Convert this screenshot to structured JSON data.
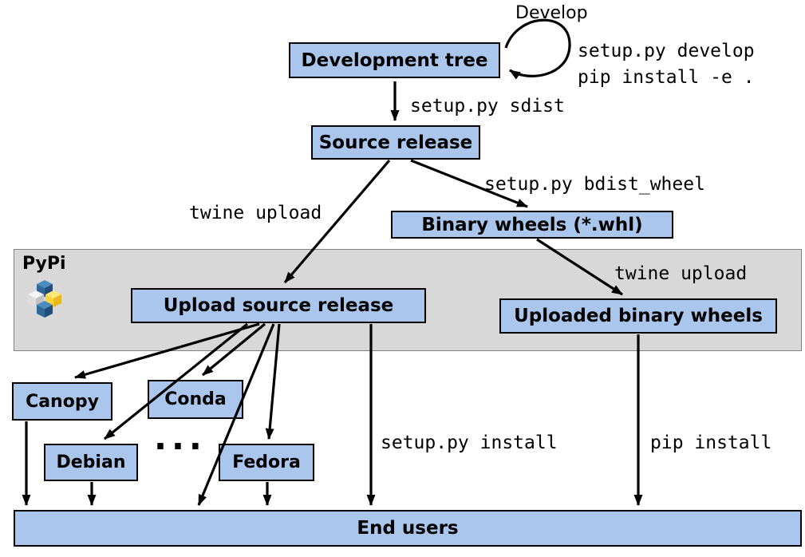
{
  "nodes": {
    "development_tree": "Development tree",
    "source_release": "Source release",
    "binary_wheels": "Binary wheels (*.whl)",
    "upload_source_release": "Upload source release",
    "uploaded_binary_wheels": "Uploaded binary wheels",
    "canopy": "Canopy",
    "conda": "Conda",
    "debian": "Debian",
    "fedora": "Fedora",
    "end_users": "End users"
  },
  "edge_labels": {
    "develop": "Develop",
    "develop_cmd_1": "setup.py develop",
    "develop_cmd_2": "pip install -e .",
    "sdist": "setup.py sdist",
    "twine_upload_source": "twine upload",
    "bdist_wheel": "setup.py bdist_wheel",
    "twine_upload_wheels": "twine upload",
    "setup_install": "setup.py install",
    "pip_install": "pip install"
  },
  "pypi_band": {
    "label": "PyPi"
  },
  "ellipsis": "...",
  "colors": {
    "node_fill": "#aac6ec",
    "node_border": "#000000",
    "band_fill": "#d8d8d8",
    "band_border": "#808080",
    "arrow": "#000000",
    "pypi_blue": "#306998",
    "pypi_yellow": "#ffd43b"
  }
}
